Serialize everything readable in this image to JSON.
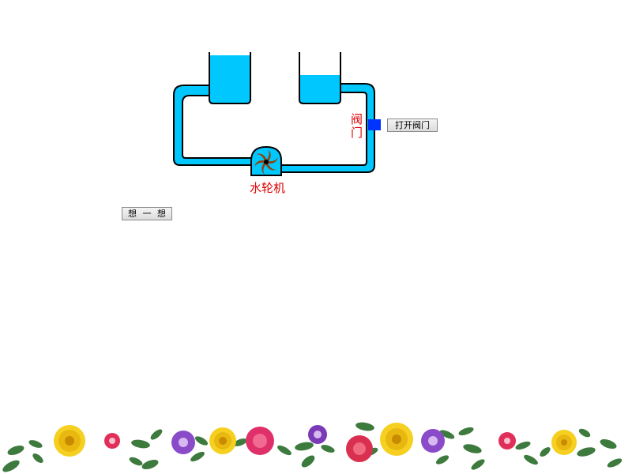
{
  "diagram": {
    "valve_label": "阀门",
    "turbine_label": "水轮机"
  },
  "buttons": {
    "open_valve": "打开阀门",
    "think": "想 一 想"
  },
  "colors": {
    "water": "#00c8ff",
    "pipe_outline": "#000000",
    "valve": "#0033ff",
    "label": "#e00000",
    "turbine_blade": "#8b4513"
  },
  "decoration": {
    "border": "flower-garland"
  }
}
